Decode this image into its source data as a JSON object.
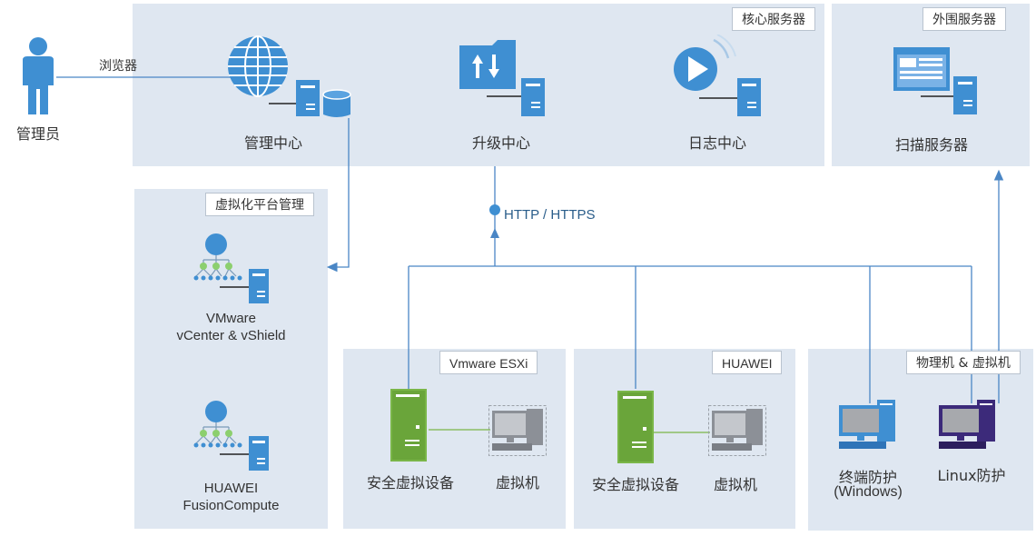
{
  "admin": {
    "label": "管理员",
    "link_label": "浏览器"
  },
  "core": {
    "tag": "核心服务器",
    "items": [
      {
        "label": "管理中心",
        "icon": "globe-server-database-icon"
      },
      {
        "label": "升级中心",
        "icon": "upgrade-folder-server-icon"
      },
      {
        "label": "日志中心",
        "icon": "log-play-server-icon"
      }
    ]
  },
  "external": {
    "tag": "外围服务器",
    "item_label": "扫描服务器"
  },
  "virt_mgmt": {
    "tag": "虚拟化平台管理",
    "vmware": {
      "line1": "VMware",
      "line2": "vCenter & vShield"
    },
    "huawei": {
      "line1": "HUAWEI",
      "line2": "FusionCompute"
    }
  },
  "protocol": "HTTP / HTTPS",
  "esxi": {
    "tag": "Vmware ESXi",
    "appliance": "安全虚拟设备",
    "vm": "虚拟机"
  },
  "huawei_host": {
    "tag": "HUAWEI",
    "appliance": "安全虚拟设备",
    "vm": "虚拟机"
  },
  "physical": {
    "tag": "物理机 & 虚拟机",
    "windows": {
      "line1": "终端防护",
      "line2": "(Windows)"
    },
    "linux": "Linux防护"
  },
  "colors": {
    "panel": "#dfe7f1",
    "line": "#4a86c5",
    "icon_blue": "#3f8fd2",
    "appliance_green": "#7ab648",
    "linux_purple": "#3c2a7a"
  }
}
